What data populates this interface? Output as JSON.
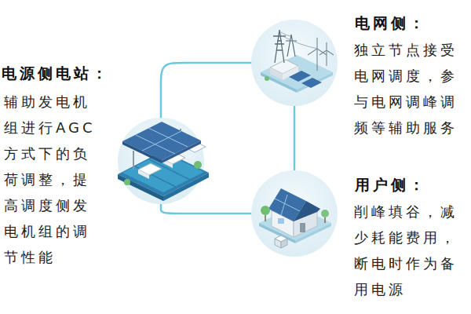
{
  "diagram": {
    "nodes": [
      {
        "text": [
          "电源侧电站：",
          "辅助发电机组进行AGC方式下的负荷调整，提高调度侧发电机组的调节性能"
        ]
      },
      {
        "text": [
          "电网侧：",
          "独立节点接受电网调度，参与电网调峰调频等辅助服务"
        ]
      },
      {
        "text": [
          "用户侧：",
          "削峰填谷，减少耗能费用，断电时作为备用电源"
        ]
      }
    ],
    "edges": [
      {
        "from": 0,
        "to": 1,
        "arrow": "none"
      },
      {
        "from": 1,
        "to": 2,
        "arrow": "none"
      },
      {
        "from": 2,
        "to": 0,
        "arrow": "none"
      }
    ]
  }
}
